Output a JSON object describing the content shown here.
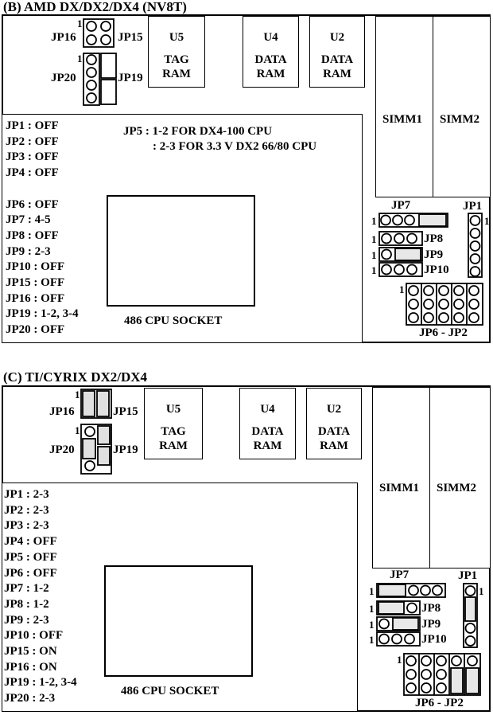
{
  "sections": [
    {
      "title": "(B) AMD DX/DX2/DX4 (NV8T)",
      "chips": [
        {
          "id": "U5",
          "lines": [
            "TAG",
            "RAM"
          ]
        },
        {
          "id": "U4",
          "lines": [
            "DATA",
            "RAM"
          ]
        },
        {
          "id": "U2",
          "lines": [
            "DATA",
            "RAM"
          ]
        }
      ],
      "simms": [
        "SIMM1",
        "SIMM2"
      ],
      "top_jumpers": {
        "jp16": "JP16",
        "jp15": "JP15",
        "jp20": "JP20",
        "jp19": "JP19",
        "pin1": "1"
      },
      "settings": [
        "JP1  :  OFF",
        "JP2  :  OFF",
        "JP3  :  OFF",
        "JP4  :  OFF",
        "",
        "JP6  :  OFF",
        "JP7  :   4-5",
        "JP8  :  OFF",
        "JP9  :   2-3",
        "JP10 : OFF",
        "JP15 : OFF",
        "JP16 : OFF",
        "JP19 : 1-2, 3-4",
        "JP20 : OFF"
      ],
      "note": [
        "JP5  :  1-2  FOR DX4-100 CPU",
        ":  2-3  FOR  3.3 V DX2 66/80 CPU"
      ],
      "socket": "486 CPU SOCKET",
      "right_jumpers": {
        "jp7": "JP7",
        "jp1": "JP1",
        "jp8": "JP8",
        "jp9": "JP9",
        "jp10": "JP10",
        "jp62": "JP6 - JP2",
        "pin1": "1"
      }
    },
    {
      "title": "(C) TI/CYRIX DX2/DX4",
      "chips": [
        {
          "id": "U5",
          "lines": [
            "TAG",
            "RAM"
          ]
        },
        {
          "id": "U4",
          "lines": [
            "DATA",
            "RAM"
          ]
        },
        {
          "id": "U2",
          "lines": [
            "DATA",
            "RAM"
          ]
        }
      ],
      "simms": [
        "SIMM1",
        "SIMM2"
      ],
      "top_jumpers": {
        "jp16": "JP16",
        "jp15": "JP15",
        "jp20": "JP20",
        "jp19": "JP19",
        "pin1": "1"
      },
      "settings": [
        "JP1  :  2-3",
        "JP2  :  2-3",
        "JP3  :  2-3",
        "JP4  :  OFF",
        "JP5  :  OFF",
        "JP6  :  OFF",
        "JP7  :   1-2",
        "JP8  :   1-2",
        "JP9  :   2-3",
        "JP10 :  OFF",
        "JP15 :  ON",
        "JP16 :  ON",
        "JP19 : 1-2, 3-4",
        "JP20 :  2-3"
      ],
      "note": [],
      "socket": "486 CPU SOCKET",
      "right_jumpers": {
        "jp7": "JP7",
        "jp1": "JP1",
        "jp8": "JP8",
        "jp9": "JP9",
        "jp10": "JP10",
        "jp62": "JP6 - JP2",
        "pin1": "1"
      }
    }
  ]
}
